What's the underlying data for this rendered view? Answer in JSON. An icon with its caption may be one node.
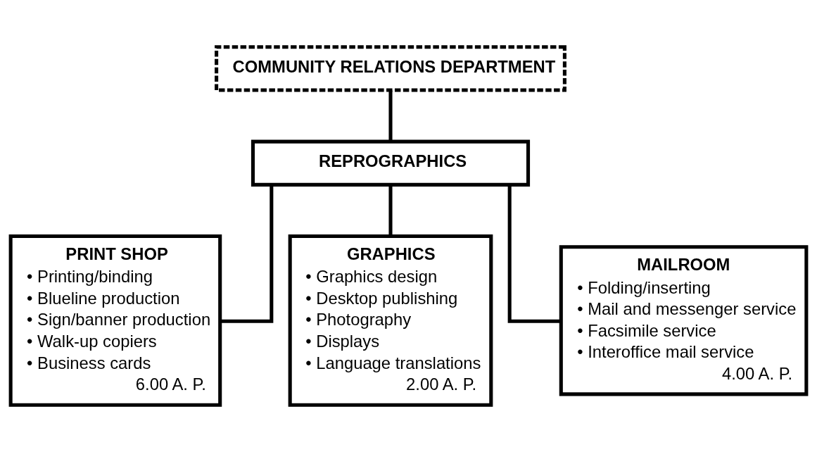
{
  "diagram": {
    "nodes": [
      {
        "text": [
          "COMMUNITY RELATIONS DEPARTMENT"
        ]
      },
      {
        "text": [
          "REPROGRAPHICS"
        ]
      },
      {
        "text": [
          "PRINT SHOP",
          "• Printing/binding",
          "• Blueline production",
          "• Sign/banner production",
          "• Walk-up copiers",
          "• Business cards",
          "6.00 A. P."
        ]
      },
      {
        "text": [
          "GRAPHICS",
          "• Graphics design",
          "• Desktop publishing",
          "• Photography",
          "• Displays",
          "• Language translations",
          "2.00 A. P."
        ]
      },
      {
        "text": [
          "MAILROOM",
          "• Folding/inserting",
          "• Mail and messenger service",
          "• Facsimile service",
          "• Interoffice mail service",
          "4.00 A. P."
        ]
      }
    ],
    "edges": [
      {
        "from": 0,
        "to": 1,
        "arrow": "none"
      },
      {
        "from": 1,
        "to": 2,
        "arrow": "none"
      },
      {
        "from": 1,
        "to": 3,
        "arrow": "none"
      },
      {
        "from": 1,
        "to": 4,
        "arrow": "none"
      }
    ]
  }
}
